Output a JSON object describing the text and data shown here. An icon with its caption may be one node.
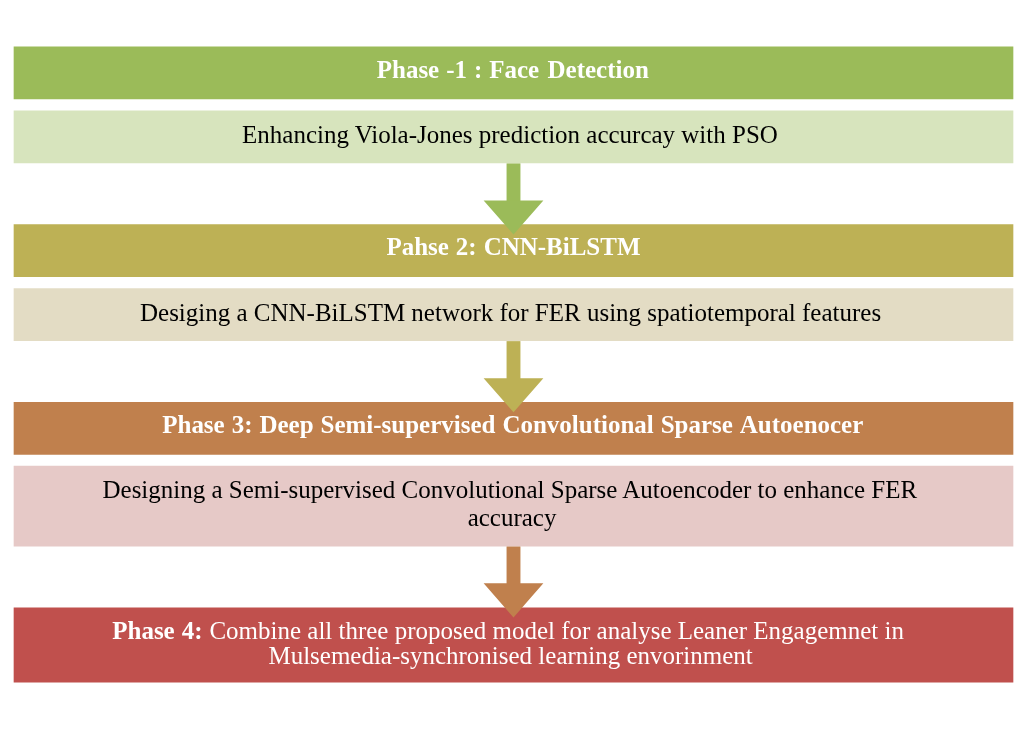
{
  "diagram": {
    "nodes": [
      {
        "text": [
          "Phase -1 : Face Detection"
        ]
      },
      {
        "text": [
          "Enhancing Viola-Jones prediction accurcay with PSO"
        ]
      },
      {
        "text": [
          "Pahse 2: CNN-BiLSTM"
        ]
      },
      {
        "text": [
          "Desiging a CNN-BiLSTM network for FER using spatiotemporal features"
        ]
      },
      {
        "text": [
          "Phase 3: Deep Semi-supervised Convolutional Sparse Autoenocer"
        ]
      },
      {
        "text": [
          "Designing a Semi-supervised Convolutional Sparse Autoencoder to enhance FER accuracy"
        ]
      },
      {
        "text": [
          "**Phase 4:** Combine all three proposed model for analyse Leaner Engagemnet in Mulsemedia-synchronised learning envorinment"
        ]
      }
    ],
    "edges": [
      {
        "from": 1,
        "to": 2,
        "arrow": "to",
        "color": "#9bbb59"
      },
      {
        "from": 3,
        "to": 4,
        "arrow": "to",
        "color": "#bdb155"
      },
      {
        "from": 5,
        "to": 6,
        "arrow": "to",
        "color": "#c0804d"
      }
    ]
  }
}
